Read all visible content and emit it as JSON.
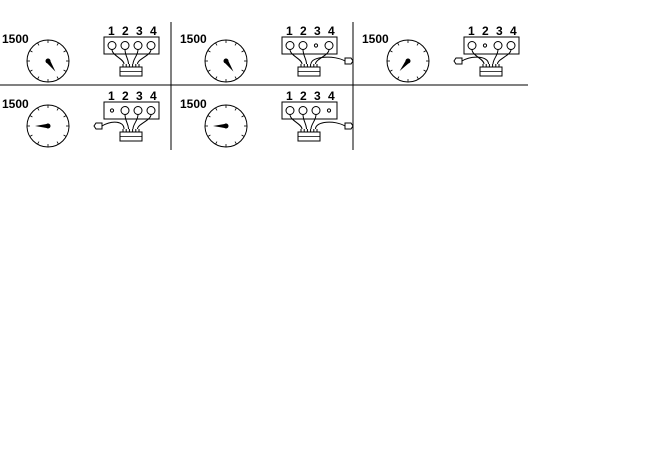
{
  "panels": [
    {
      "gauge_label": "1500",
      "needle": "lower-right",
      "cylinder_labels": [
        "1",
        "2",
        "3",
        "4"
      ],
      "spark_plugs": [
        "connected",
        "connected",
        "connected",
        "connected"
      ],
      "disconnected_lead": "none"
    },
    {
      "gauge_label": "1500",
      "needle": "lower-right",
      "cylinder_labels": [
        "1",
        "2",
        "3",
        "4"
      ],
      "spark_plugs": [
        "connected",
        "connected",
        "disconnected",
        "connected"
      ],
      "disconnected_lead": "right"
    },
    {
      "gauge_label": "1500",
      "needle": "lower-left",
      "cylinder_labels": [
        "1",
        "2",
        "3",
        "4"
      ],
      "spark_plugs": [
        "connected",
        "disconnected",
        "connected",
        "connected"
      ],
      "disconnected_lead": "left"
    },
    {
      "gauge_label": "1500",
      "needle": "left",
      "cylinder_labels": [
        "1",
        "2",
        "3",
        "4"
      ],
      "spark_plugs": [
        "disconnected",
        "connected",
        "connected",
        "connected"
      ],
      "disconnected_lead": "left"
    },
    {
      "gauge_label": "1500",
      "needle": "left",
      "cylinder_labels": [
        "1",
        "2",
        "3",
        "4"
      ],
      "spark_plugs": [
        "connected",
        "connected",
        "connected",
        "disconnected"
      ],
      "disconnected_lead": "right"
    }
  ],
  "colors": {
    "ink": "#000000",
    "background": "#ffffff"
  }
}
